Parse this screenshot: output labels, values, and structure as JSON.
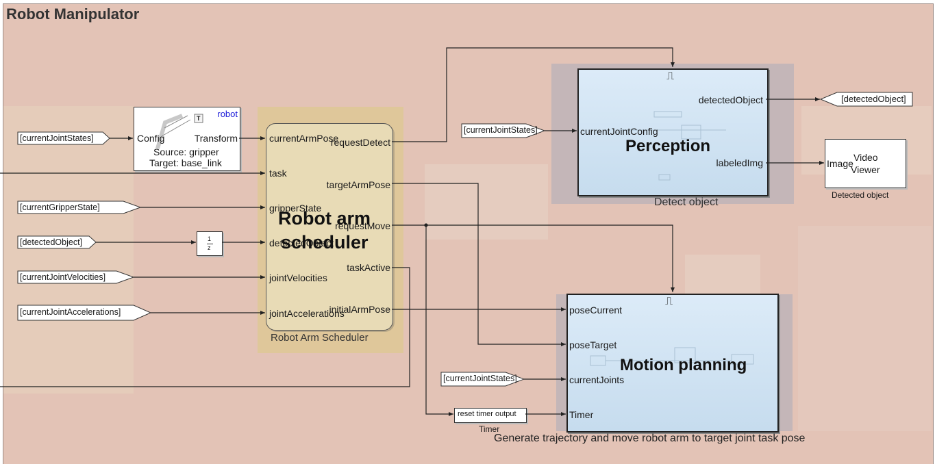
{
  "model_title": "Robot Manipulator",
  "goto_tags": {
    "current_joint_states": "[currentJointStates]",
    "current_gripper_state": "[currentGripperState]",
    "detected_object": "[detectedObject]",
    "current_joint_velocities": "[currentJointVelocities]",
    "current_joint_accelerations": "[currentJointAccelerations]",
    "detected_object_out": "[detectedObject]",
    "current_joint_states_perception": "[currentJointStates]",
    "current_joint_states_motion": "[currentJointStates]"
  },
  "transform_block": {
    "robot_label": "robot",
    "t_glyph": "T",
    "in_port": "Config",
    "out_port": "Transform",
    "source": "Source: gripper",
    "target": "Target: base_link"
  },
  "delay_block": {
    "numerator": "1",
    "denominator": "z"
  },
  "scheduler": {
    "name": "Robot arm scheduler",
    "name_line1": "Robot arm",
    "name_line2": "scheduler",
    "caption": "Robot Arm Scheduler",
    "inputs": [
      "currentArmPose",
      "task",
      "gripperState",
      "detectedObject",
      "jointVelocities",
      "jointAccelerations"
    ],
    "outputs": [
      "requestDetect",
      "targetArmPose",
      "requestMove",
      "taskActive",
      "initialArmPose"
    ]
  },
  "perception": {
    "name": "Perception",
    "caption": "Detect object",
    "inputs": [
      "currentJointConfig"
    ],
    "outputs": [
      "detectedObject",
      "labeledImg"
    ],
    "trigger_icon": "rising-edge-trigger-icon"
  },
  "video_viewer": {
    "line1": "Video",
    "line2": "Viewer",
    "in_port": "Image",
    "caption": "Detected object"
  },
  "motion": {
    "name": "Motion planning",
    "caption": "Generate trajectory and move robot arm to target joint task pose",
    "inputs": [
      "poseCurrent",
      "poseTarget",
      "currentJoints",
      "Timer"
    ],
    "trigger_icon": "function-call-trigger-icon"
  },
  "timer_block": {
    "label": "reset timer output",
    "caption": "Timer"
  },
  "colors": {
    "canvas": "#e3c3b6",
    "scheduler_area": "#dfc79a",
    "scheduler_block": "#e8dbb6",
    "subsystem_fill": "#d6e8f7",
    "subsystem_area": "#c4b6b8"
  }
}
